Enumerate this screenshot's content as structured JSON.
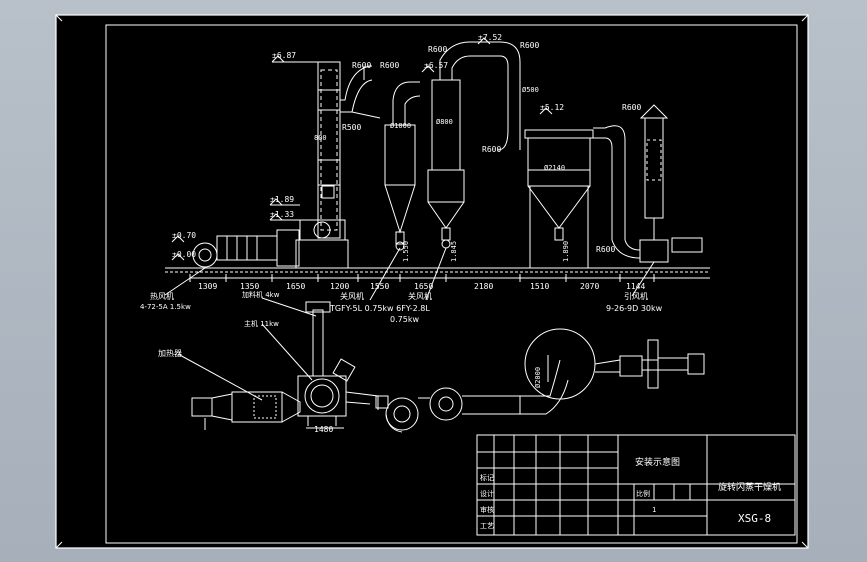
{
  "colors": {
    "background": "#000000",
    "line": "#ffffff",
    "frame_outer": "#a9b2bd"
  },
  "elevations": [
    "±6.87",
    "±7.52",
    "±6.57",
    "±5.12",
    "±1.89",
    "±1.33",
    "±0.70",
    "±0.00"
  ],
  "radii": [
    "R600",
    "R600",
    "R600",
    "R600",
    "R600",
    "R500",
    "R600",
    "R600"
  ],
  "diameters": [
    "Ø1000",
    "Ø500",
    "Ø800",
    "Ø2140",
    "800",
    "Ø2000"
  ],
  "dimensions": [
    "1309",
    "1350",
    "1650",
    "1200",
    "1550",
    "1650",
    "2180",
    "1510",
    "2070",
    "1144",
    "1480"
  ],
  "vertical_dims": [
    "1.550",
    "1.845",
    "1.890"
  ],
  "callouts": {
    "hot_blower": "热风机",
    "hot_blower_model": "4-72-5A 1.5kw",
    "discharge_1": "关风机",
    "discharge_2": "关风机",
    "discharge_models": "TGFY-5L 0.75kw 6FY-2.8L",
    "discharge_power": "0.75kw",
    "induced_fan": "引风机",
    "induced_fan_model": "9-26-9D 30kw",
    "feeder": "加料机 4kw",
    "main_motor": "主机 11kw",
    "heater": "加热器"
  },
  "title_block": {
    "drawing_title": "安装示意图",
    "product_name": "旋转闪蒸干燥机",
    "drawing_number": "XSG-8",
    "rows": [
      "标记",
      "设计",
      "审核",
      "工艺"
    ],
    "sheet": "1",
    "ratio_label": "比例"
  }
}
